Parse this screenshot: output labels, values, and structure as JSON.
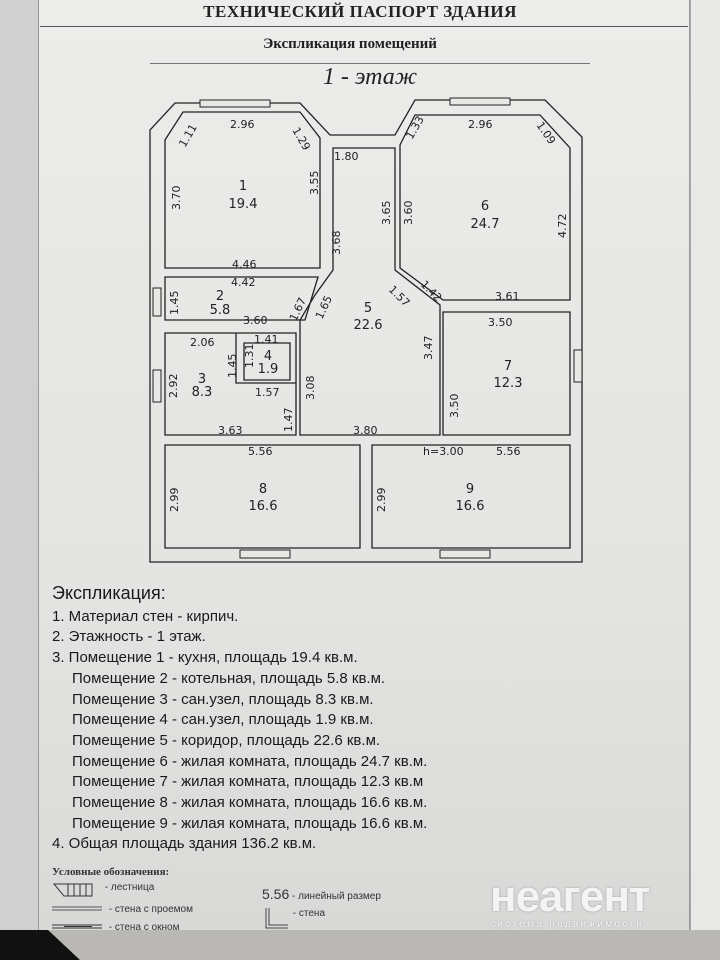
{
  "header": {
    "title": "ТЕХНИЧЕСКИЙ ПАСПОРТ ЗДАНИЯ",
    "subtitle": "Экспликация помещений",
    "floor": "1 - этаж"
  },
  "plan": {
    "rooms": [
      {
        "num": "1",
        "area": "19.4"
      },
      {
        "num": "2",
        "area": "5.8"
      },
      {
        "num": "3",
        "area": "8.3"
      },
      {
        "num": "4",
        "area": "1.9"
      },
      {
        "num": "5",
        "area": "22.6"
      },
      {
        "num": "6",
        "area": "24.7"
      },
      {
        "num": "7",
        "area": "12.3"
      },
      {
        "num": "8",
        "area": "16.6"
      },
      {
        "num": "9",
        "area": "16.6"
      }
    ],
    "dims": [
      "2.96",
      "1.11",
      "1.29",
      "3.70",
      "3.55",
      "3.68",
      "4.46",
      "1.80",
      "3.65",
      "3.60",
      "2.96",
      "1.33",
      "1.09",
      "4.72",
      "4.42",
      "1.45",
      "3.60",
      "1.67",
      "1.65",
      "1.57",
      "1.42",
      "3.61",
      "3.50",
      "3.47",
      "3.50",
      "2.06",
      "1.45",
      "2.92",
      "1.41",
      "1.31",
      "1.57",
      "3.08",
      "1.47",
      "3.63",
      "3.80",
      "5.56",
      "2.99",
      "5.56",
      "2.99"
    ],
    "height": "h=3.00"
  },
  "explication": {
    "title": "Экспликация:",
    "items": [
      "1. Материал стен - кирпич.",
      "2. Этажность - 1 этаж.",
      "3. Помещение 1 - кухня, площадь 19.4 кв.м.",
      "Помещение 2 - котельная, площадь 5.8 кв.м.",
      "Помещение 3 - сан.узел, площадь 8.3 кв.м.",
      "Помещение 4 - сан.узел, площадь 1.9 кв.м.",
      "Помещение 5 - коридор, площадь 22.6 кв.м.",
      "Помещение 6 - жилая комната, площадь 24.7 кв.м.",
      "Помещение 7 - жилая комната, площадь 12.3 кв.м",
      "Помещение 8 - жилая комната, площадь 16.6 кв.м.",
      "Помещение 9 - жилая комната, площадь 16.6 кв.м.",
      "4. Общая площадь здания 136.2 кв.м."
    ]
  },
  "legend": {
    "title": "Условные обозначения:",
    "stairs": "- лестница",
    "wall_opening": "- стена с проемом",
    "wall_window": "- стена с окном",
    "dim_sample": "5.56",
    "dim_label": "- линейный размер",
    "wall": "- стена"
  },
  "watermark": {
    "brand": "неагент",
    "tagline": "система недвижимости"
  }
}
